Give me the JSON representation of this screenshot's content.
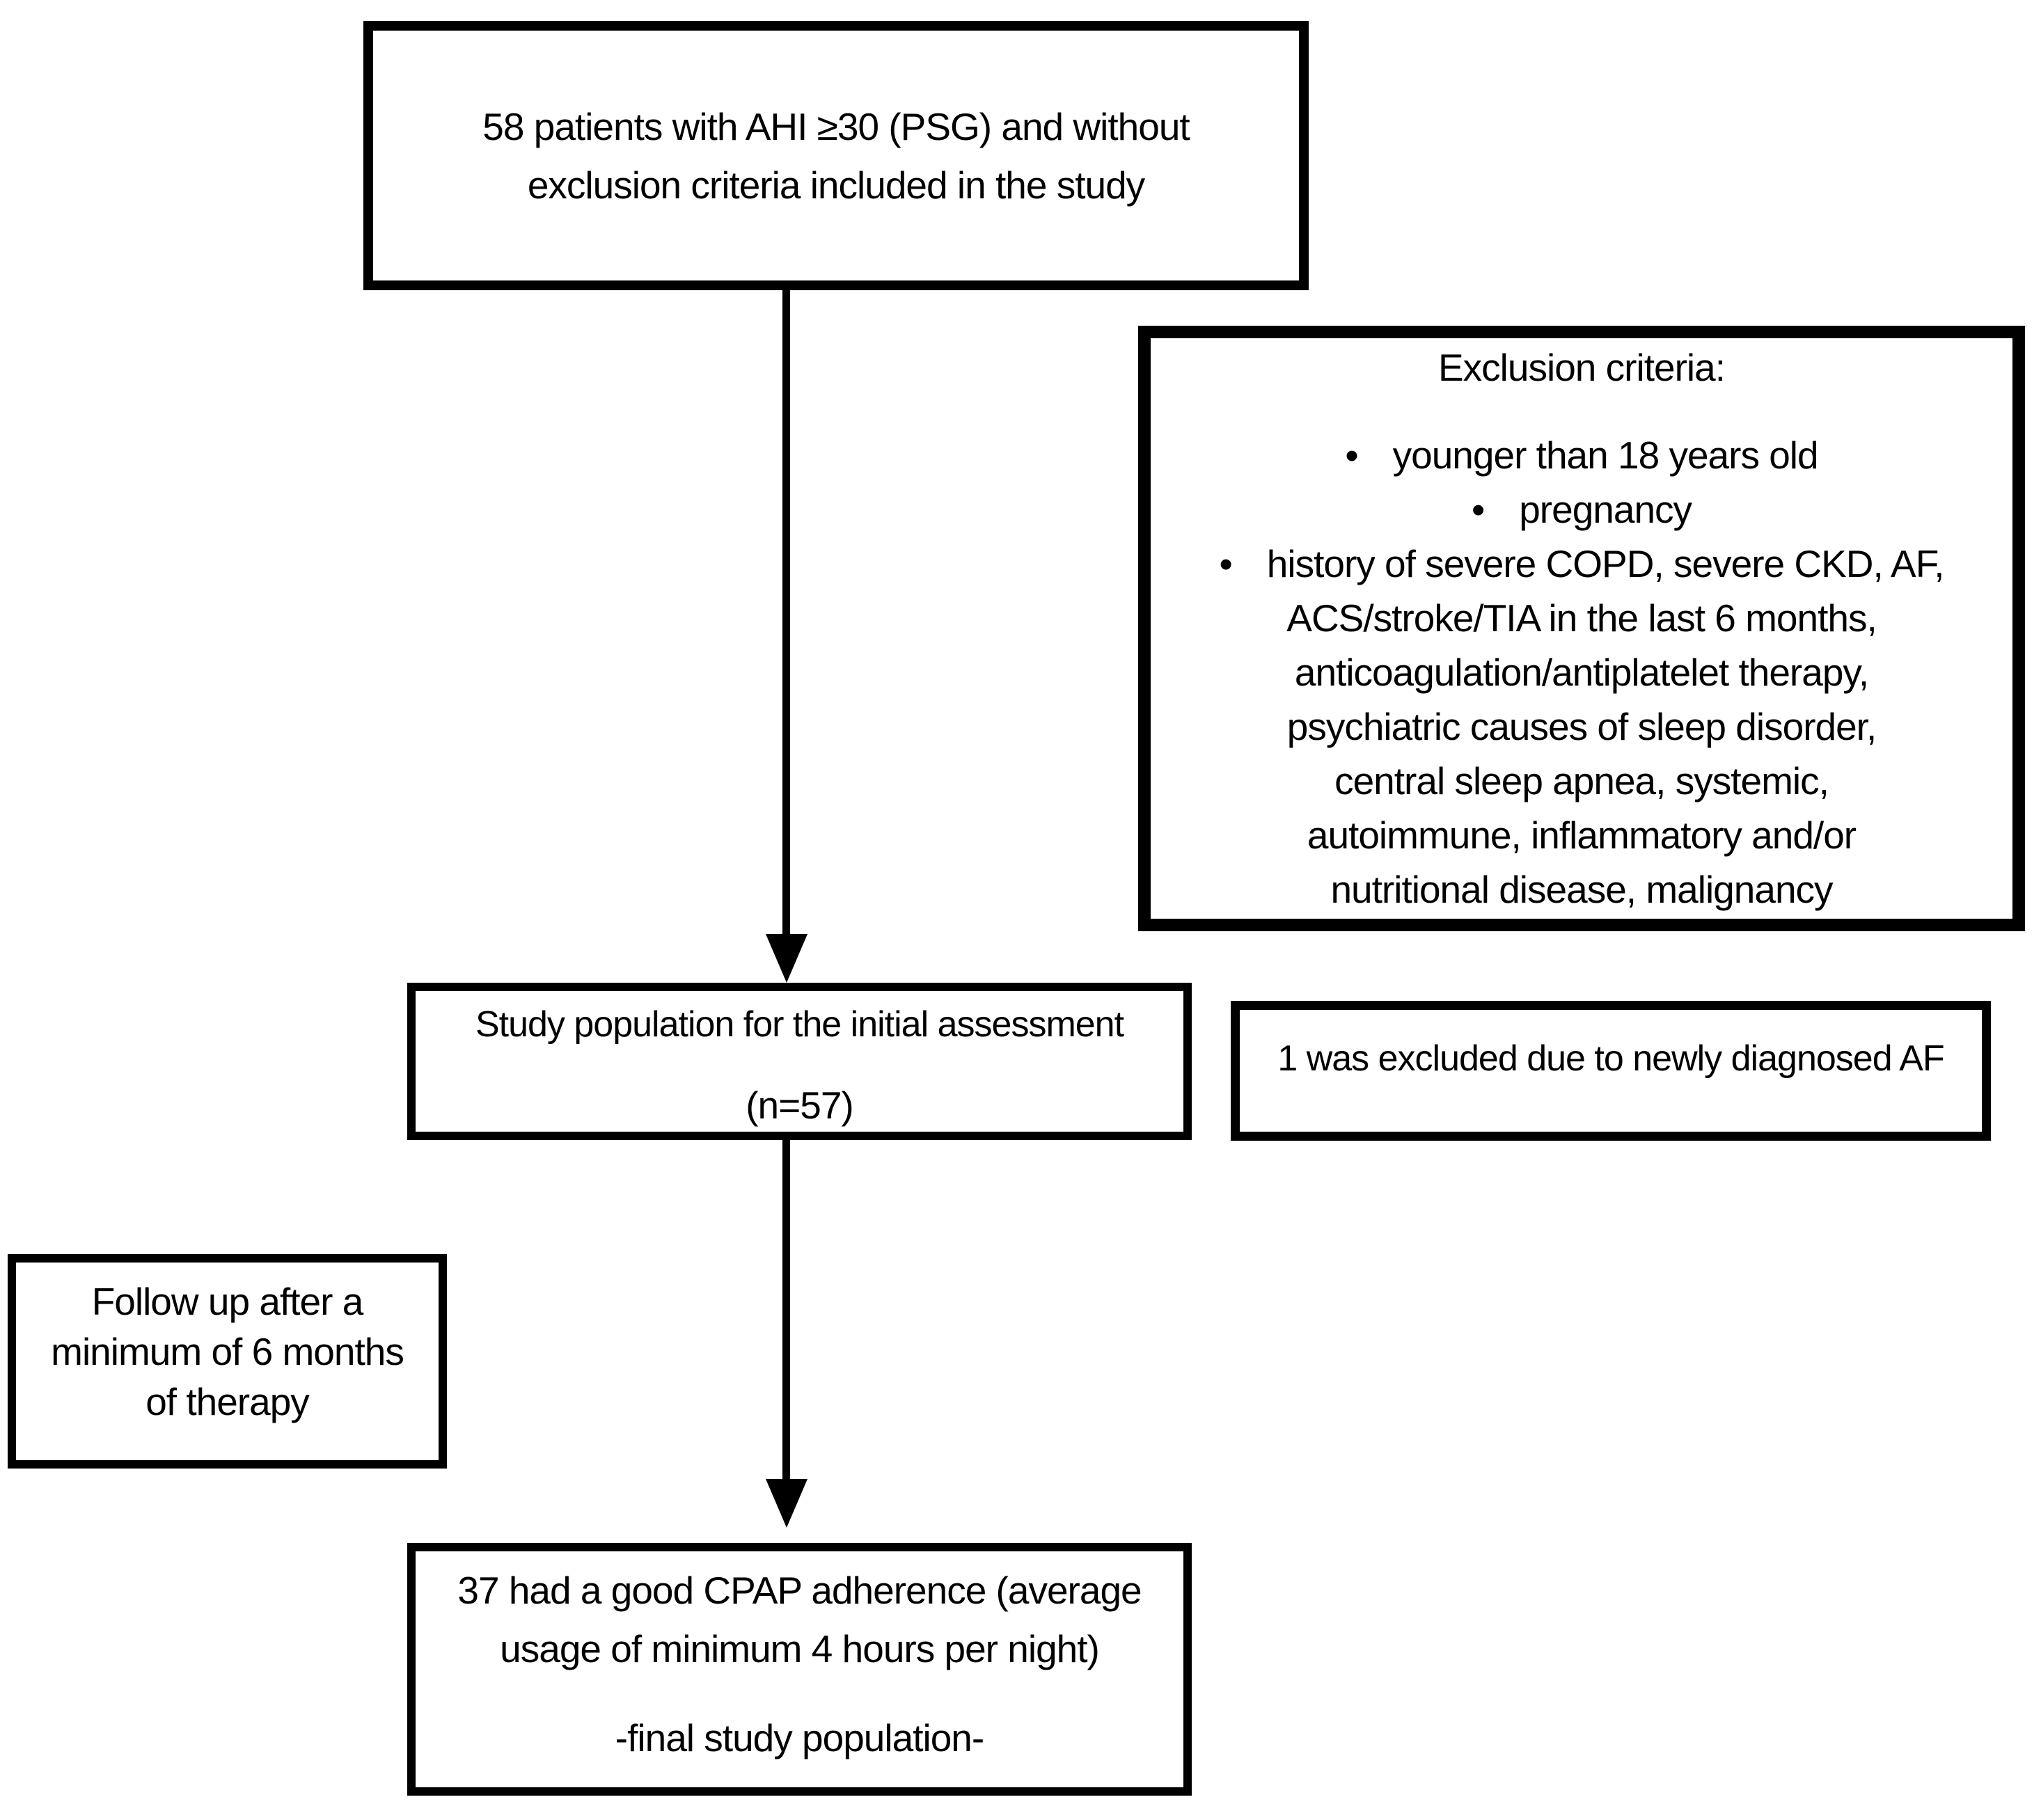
{
  "figure": {
    "background_color": "#ffffff",
    "line_color": "#000000"
  },
  "boxes": {
    "initial": {
      "lines": [
        "58 patients with AHI ≥30 (PSG) and without",
        "exclusion criteria included in the study"
      ]
    },
    "exclusion": {
      "title": "Exclusion criteria:",
      "bullet_char": "•",
      "items": [
        {
          "first": "younger than 18 years old",
          "rest": []
        },
        {
          "first": "pregnancy",
          "rest": []
        },
        {
          "first": "history of severe COPD, severe CKD, AF,",
          "rest": [
            "ACS/stroke/TIA in the last 6 months,",
            "anticoagulation/antiplatelet therapy,",
            "psychiatric causes of sleep disorder,",
            "central sleep apnea, systemic,",
            "autoimmune, inflammatory and/or",
            "nutritional disease, malignancy"
          ]
        }
      ]
    },
    "study_population": {
      "line1": "Study population for the initial assessment",
      "line2": "(n=57)"
    },
    "excluded_af": {
      "text": "1 was excluded due to newly diagnosed AF"
    },
    "follow_up": {
      "lines": [
        "Follow up after a",
        "minimum of 6 months",
        "of therapy"
      ]
    },
    "final": {
      "lines": [
        "37 had a good CPAP adherence (average",
        "usage of minimum 4 hours per night)"
      ],
      "footer": "-final study population-"
    }
  }
}
